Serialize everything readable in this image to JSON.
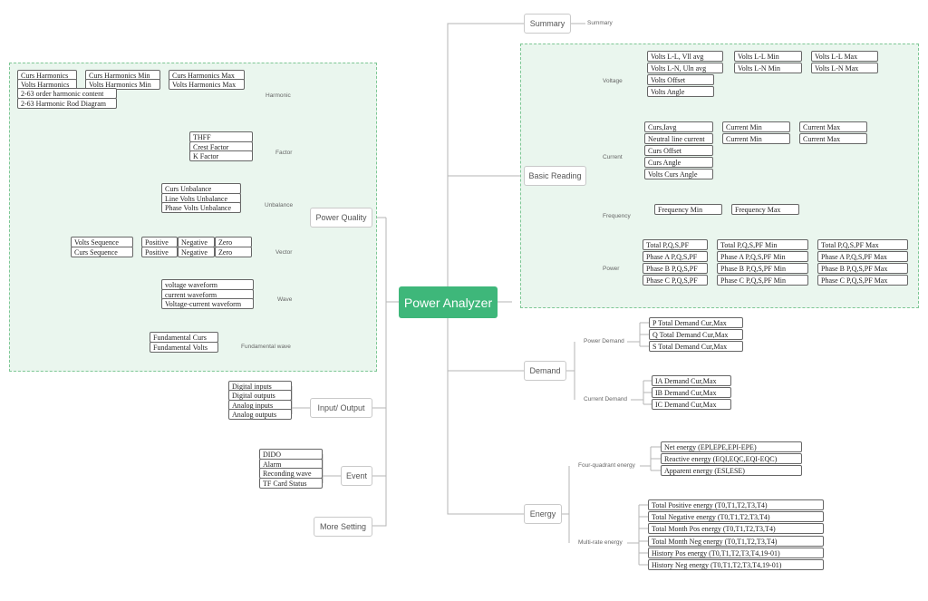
{
  "colors": {
    "root": "#3eb77a",
    "zone_fill": "#eaf6ee",
    "zone_border": "#7ec795",
    "line": "#b5b5b5"
  },
  "root": "Power Analyzer",
  "summary": {
    "label": "Summary",
    "sub": "Summary"
  },
  "basic_reading": {
    "label": "Basic Reading",
    "voltage": {
      "label": "Voltage",
      "rows": [
        [
          "Volts L-L, Vll avg",
          "Volts L-L Min",
          "Volts L-L Max"
        ],
        [
          "Volts L-N, Uln avg",
          "Volts L-N Min",
          "Volts L-N Max"
        ],
        [
          "Volts Offset"
        ],
        [
          "Volts Angle"
        ]
      ]
    },
    "current": {
      "label": "Current",
      "rows": [
        [
          "Curs,Iavg",
          "Current Min",
          "Current Max"
        ],
        [
          "Neutral line current",
          "Current Min",
          "Current Max"
        ],
        [
          "Curs Offset"
        ],
        [
          "Curs Angle"
        ],
        [
          "Volts Curs Angle"
        ]
      ]
    },
    "frequency": {
      "label": "Frequency",
      "rows": [
        [
          "Frequency Min",
          "Frequency Max"
        ]
      ]
    },
    "power": {
      "label": "Power",
      "rows": [
        [
          "Total P,Q,S,PF",
          "Total P,Q,S,PF Min",
          "Total P,Q,S,PF Max"
        ],
        [
          "Phase A P,Q,S,PF",
          "Phase A P,Q,S,PF Min",
          "Phase A P,Q,S,PF Max"
        ],
        [
          "Phase B P,Q,S,PF",
          "Phase B P,Q,S,PF Min",
          "Phase B P,Q,S,PF Max"
        ],
        [
          "Phase C P,Q,S,PF",
          "Phase C P,Q,S,PF Min",
          "Phase C P,Q,S,PF Max"
        ]
      ]
    }
  },
  "demand": {
    "label": "Demand",
    "power_demand": {
      "label": "Power Demand",
      "items": [
        "P Total Demand Cur,Max",
        "Q Total Demand Cur,Max",
        "S Total Demand Cur,Max"
      ]
    },
    "current_demand": {
      "label": "Current Demand",
      "items": [
        "IA Demand Cur,Max",
        "IB Demand Cur,Max",
        "IC Demand Cur,Max"
      ]
    }
  },
  "energy": {
    "label": "Energy",
    "four_quadrant": {
      "label": "Four-quadrant energy",
      "items": [
        "Net energy (EPI,EPE,EPI-EPE)",
        "Reactive energy (EQI,EQC,EQI-EQC)",
        "Apparent energy (ESI,ESE)"
      ]
    },
    "multi_rate": {
      "label": "Multi-rate energy",
      "items": [
        "Total Positive energy (T0,T1,T2,T3,T4)",
        "Total Negative energy (T0,T1,T2,T3,T4)",
        "Total Month Pos energy (T0,T1,T2,T3,T4)",
        "Total Month Neg energy (T0,T1,T2,T3,T4)",
        "History Pos energy (T0,T1,T2,T3,T4,19-01)",
        "History Neg energy (T0,T1,T2,T3,T4,19-01)"
      ]
    }
  },
  "power_quality": {
    "label": "Power Quality",
    "harmonic": {
      "label": "Harmonic",
      "rows": [
        [
          "Curs Harmonics",
          "Curs Harmonics Min",
          "Curs Harmonics Max"
        ],
        [
          "Volts Harmonics",
          "Volts Harmonics Min",
          "Volts Harmonics Max"
        ],
        [
          "2-63 order harmonic content"
        ],
        [
          "2-63 Harmonic Rod Diagram"
        ]
      ]
    },
    "factor": {
      "label": "Factor",
      "items": [
        "THFF",
        "Crest Factor",
        "K Factor"
      ]
    },
    "unbalance": {
      "label": "Unbalance",
      "items": [
        "Curs Unbalance",
        "Line Volts Unbalance",
        "Phase Volts Unbalance"
      ]
    },
    "vector": {
      "label": "Vector",
      "rows": [
        [
          "Volts Sequence",
          "Positive",
          "Negative",
          "Zero"
        ],
        [
          "Curs Sequence",
          "Positive",
          "Negative",
          "Zero"
        ]
      ]
    },
    "wave": {
      "label": "Wave",
      "items": [
        "voltage waveform",
        "current waveform",
        "Voltage-current waveform"
      ]
    },
    "fundamental": {
      "label": "Fundamental wave",
      "items": [
        "Fundamental Curs",
        "Fundamental Volts"
      ]
    }
  },
  "input_output": {
    "label": "Input/ Output",
    "items": [
      "Digital inputs",
      "Digital outputs",
      "Analog inputs",
      "Analog outputs"
    ]
  },
  "event": {
    "label": "Event",
    "items": [
      "DIDO",
      "Alarm",
      "Reconding wave",
      "TF Card Status"
    ]
  },
  "more_setting": {
    "label": "More Setting"
  }
}
